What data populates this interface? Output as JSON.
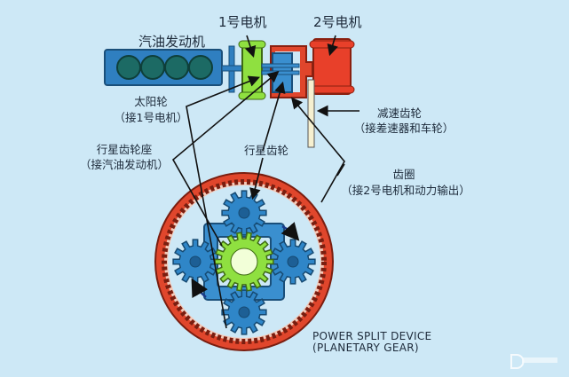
{
  "labels": {
    "motor1": "1号电机",
    "motor2": "2号电机",
    "engine": "汽油发动机",
    "sun_gear": "太阳轮",
    "sun_gear_note": "（接1号电机）",
    "reduction_gear": "减速齿轮",
    "reduction_gear_note": "（接差速器和车轮）",
    "planet_carrier": "行星齿轮座",
    "planet_carrier_note": "（接汽油发动机）",
    "planet_gear": "行星齿轮",
    "ring_gear": "齿圈",
    "ring_gear_note": "（接2号电机和动力输出）",
    "caption_line1": "POWER SPLIT DEVICE",
    "caption_line2": "(PLANETARY GEAR)"
  },
  "colors": {
    "background": "#cde8f6",
    "engine": "#2f7fc0",
    "sun_gear": "#8fe040",
    "planet_gear": "#2f86c8",
    "ring_gear": "#e0462c",
    "motor2": "#e8402a",
    "carrier": "#3a8fcf"
  },
  "watermark": "watermark-logo"
}
